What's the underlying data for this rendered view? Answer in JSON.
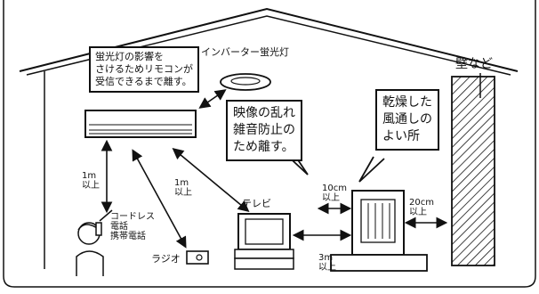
{
  "labels": {
    "inverter_light": "インバーター蛍光灯",
    "wall": "壁など",
    "tv": "テレビ",
    "radio": "ラジオ",
    "phones": "コードレス\n電話\n携帯電話",
    "dist_1m_left": "1m\n以上",
    "dist_1m_mid": "1m\n以上",
    "dist_10cm": "10cm\n以上",
    "dist_20cm": "20cm\n以上",
    "dist_3m": "3m\n以上"
  },
  "callouts": {
    "fluorescent": "蛍光灯の影響を\nさけるためリモコンが\n受信できるまで離す。",
    "noise": "映像の乱れ\n雑音防止の\nため離す。",
    "dry": "乾燥した\n風通しの\nよい所"
  }
}
